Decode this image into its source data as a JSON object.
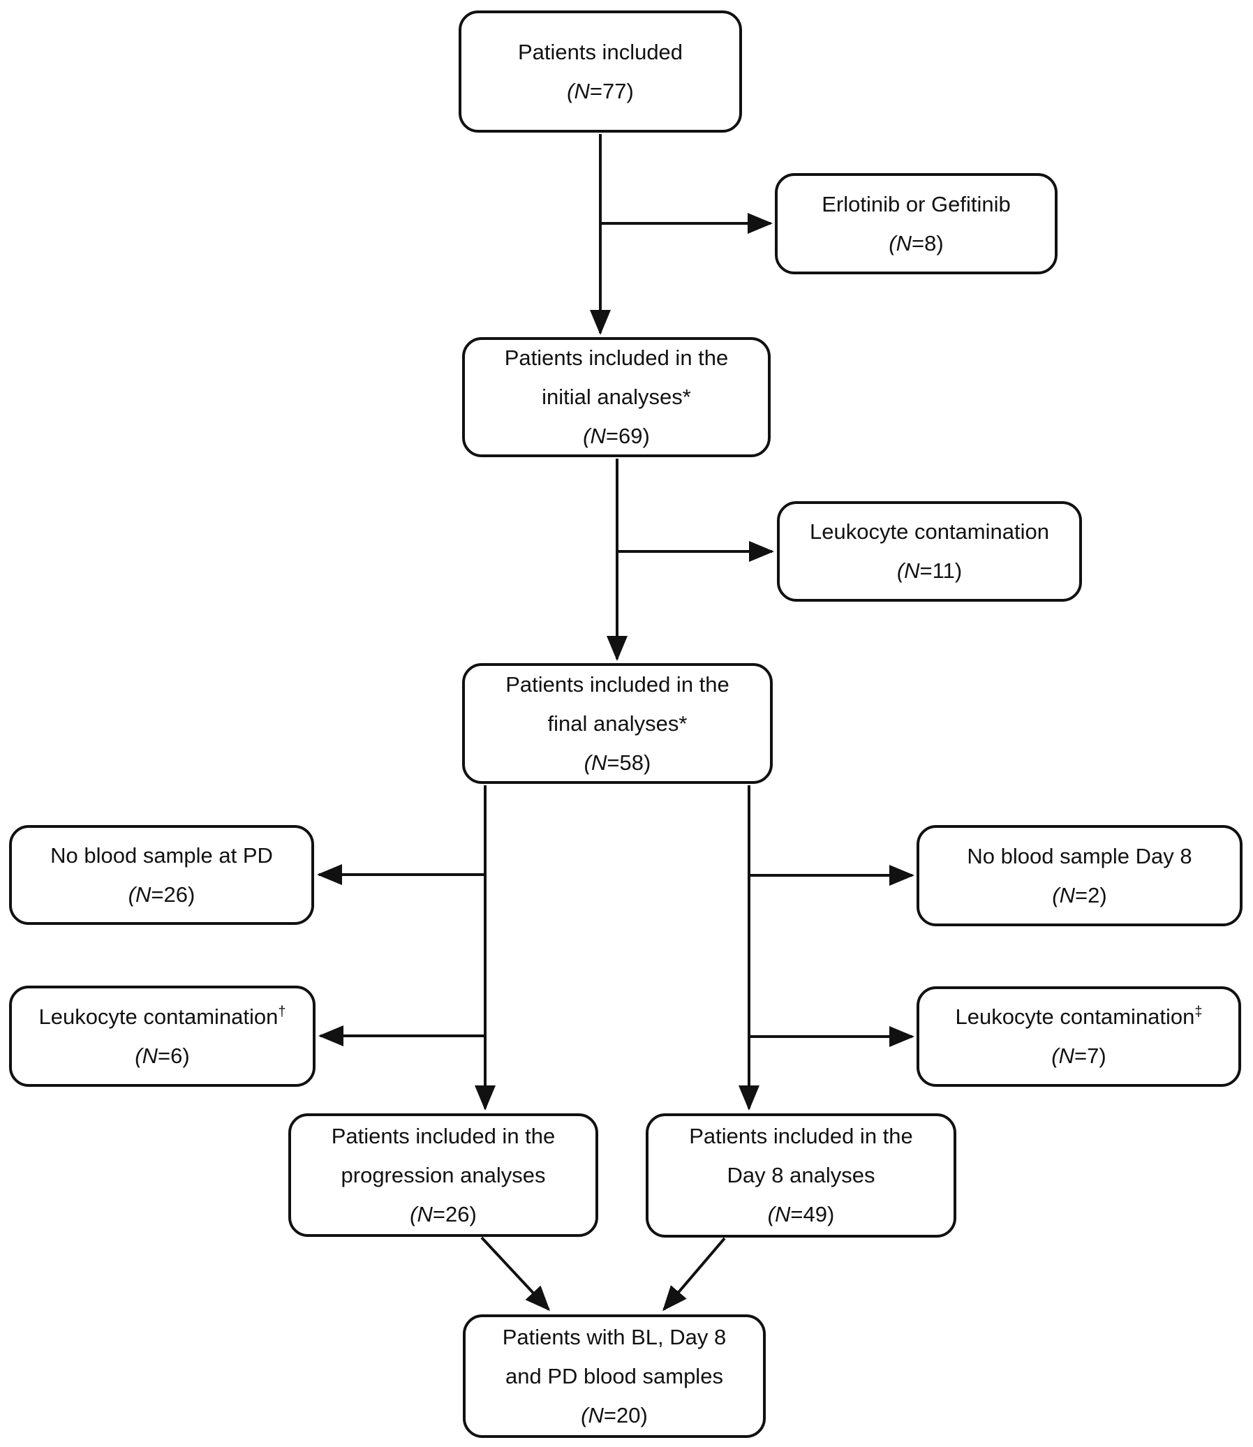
{
  "diagram": {
    "background": "#ffffff",
    "ink": "#111111"
  },
  "nodes": {
    "included": {
      "lines": [
        "Patients included"
      ],
      "n_italic": "(N",
      "n_rest": "=77)"
    },
    "erlotinib": {
      "lines": [
        "Erlotinib or Gefitinib"
      ],
      "n_italic": "(N",
      "n_rest": "=8)"
    },
    "initial": {
      "lines": [
        "Patients included in the",
        "initial analyses*"
      ],
      "n_italic": "(N",
      "n_rest": "=69)"
    },
    "leuko_initial": {
      "lines": [
        "Leukocyte contamination"
      ],
      "n_italic": "(N",
      "n_rest": "=11)"
    },
    "final": {
      "lines": [
        "Patients included in the",
        "final analyses*"
      ],
      "n_italic": "(N",
      "n_rest": "=58)"
    },
    "no_pd": {
      "lines": [
        "No blood sample at PD"
      ],
      "n_italic": "(N",
      "n_rest": "=26)"
    },
    "no_day8": {
      "lines": [
        "No blood sample Day 8"
      ],
      "n_italic": "(N",
      "n_rest": "=2)"
    },
    "leuko_pd": {
      "lines": [
        "Leukocyte contamination"
      ],
      "sup": "†",
      "n_italic": "(N",
      "n_rest": "=6)"
    },
    "leuko_day8": {
      "lines": [
        "Leukocyte contamination"
      ],
      "sup": "‡",
      "n_italic": "(N",
      "n_rest": "=7)"
    },
    "progression": {
      "lines": [
        "Patients included in the",
        "progression analyses"
      ],
      "n_italic": "(N",
      "n_rest": "=26)"
    },
    "day8": {
      "lines": [
        "Patients included in the",
        "Day 8 analyses"
      ],
      "n_italic": "(N",
      "n_rest": "=49)"
    },
    "bl_day8_pd": {
      "lines": [
        "Patients with BL, Day 8",
        "and PD blood samples"
      ],
      "n_italic": "(N",
      "n_rest": "=20)"
    }
  },
  "edges": [
    {
      "from": "included",
      "to": "initial"
    },
    {
      "from": "included",
      "to": "erlotinib"
    },
    {
      "from": "initial",
      "to": "final"
    },
    {
      "from": "initial",
      "to": "leuko_initial"
    },
    {
      "from": "final",
      "to": "no_pd"
    },
    {
      "from": "final",
      "to": "leuko_pd"
    },
    {
      "from": "final",
      "to": "no_day8"
    },
    {
      "from": "final",
      "to": "leuko_day8"
    },
    {
      "from": "final",
      "to": "progression"
    },
    {
      "from": "final",
      "to": "day8"
    },
    {
      "from": "progression",
      "to": "bl_day8_pd"
    },
    {
      "from": "day8",
      "to": "bl_day8_pd"
    }
  ]
}
